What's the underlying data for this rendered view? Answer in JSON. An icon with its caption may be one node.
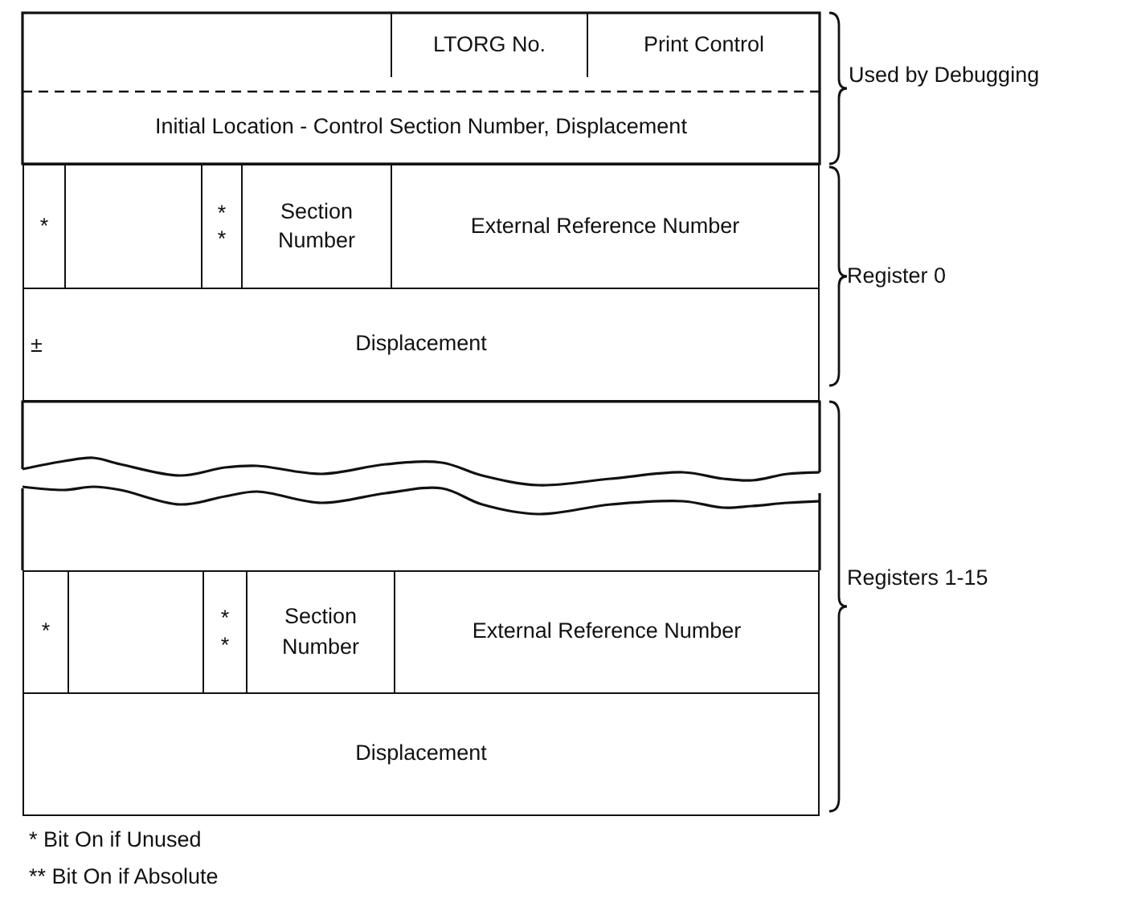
{
  "diagram": {
    "nodes": [
      {
        "text": [
          "LTORG No."
        ]
      },
      {
        "text": [
          "Print Control"
        ]
      },
      {
        "text": [
          "Initial Location - Control Section Number, Displacement"
        ]
      },
      {
        "text": [
          "*"
        ]
      },
      {
        "text": [],
        "shape": "box"
      },
      {
        "text": [
          "**"
        ]
      },
      {
        "text": [
          "Section Number"
        ]
      },
      {
        "text": [
          "External Reference Number"
        ]
      },
      {
        "text": [
          "±",
          "Displacement"
        ]
      },
      {
        "text": [
          "*"
        ]
      },
      {
        "text": [],
        "shape": "box"
      },
      {
        "text": [
          "**"
        ]
      },
      {
        "text": [
          "Section Number"
        ]
      },
      {
        "text": [
          "External Reference Number"
        ]
      },
      {
        "text": [
          "Displacement"
        ]
      }
    ],
    "edges": [],
    "labels": [
      "Used by Debugging",
      "Register 0",
      "Registers 1-15",
      "* Bit On if Unused",
      "** Bit On if Absolute"
    ]
  }
}
